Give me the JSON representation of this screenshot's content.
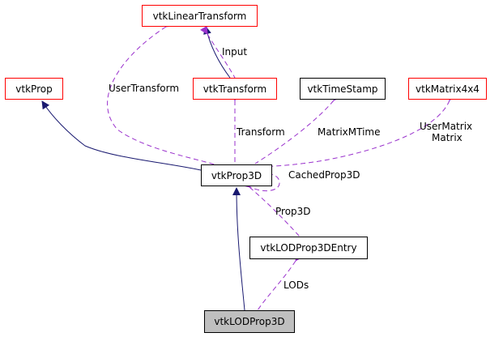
{
  "nodes": {
    "vtkLinearTransform": "vtkLinearTransform",
    "vtkProp": "vtkProp",
    "vtkTransform": "vtkTransform",
    "vtkTimeStamp": "vtkTimeStamp",
    "vtkMatrix4x4": "vtkMatrix4x4",
    "vtkProp3D": "vtkProp3D",
    "vtkLODProp3DEntry": "vtkLODProp3DEntry",
    "vtkLODProp3D": "vtkLODProp3D"
  },
  "edge_labels": {
    "input": "Input",
    "user_transform": "UserTransform",
    "transform": "Transform",
    "matrix_mtime": "MatrixMTime",
    "user_matrix": "UserMatrix",
    "matrix": "Matrix",
    "cached_prop3d": "CachedProp3D",
    "prop3d": "Prop3D",
    "lods": "LODs"
  },
  "colors": {
    "inheritance": "#191970",
    "usage": "#9a32cd",
    "node_border_external": "#ff0000",
    "node_border": "#000000",
    "highlight_fill": "#bfbfbf"
  }
}
